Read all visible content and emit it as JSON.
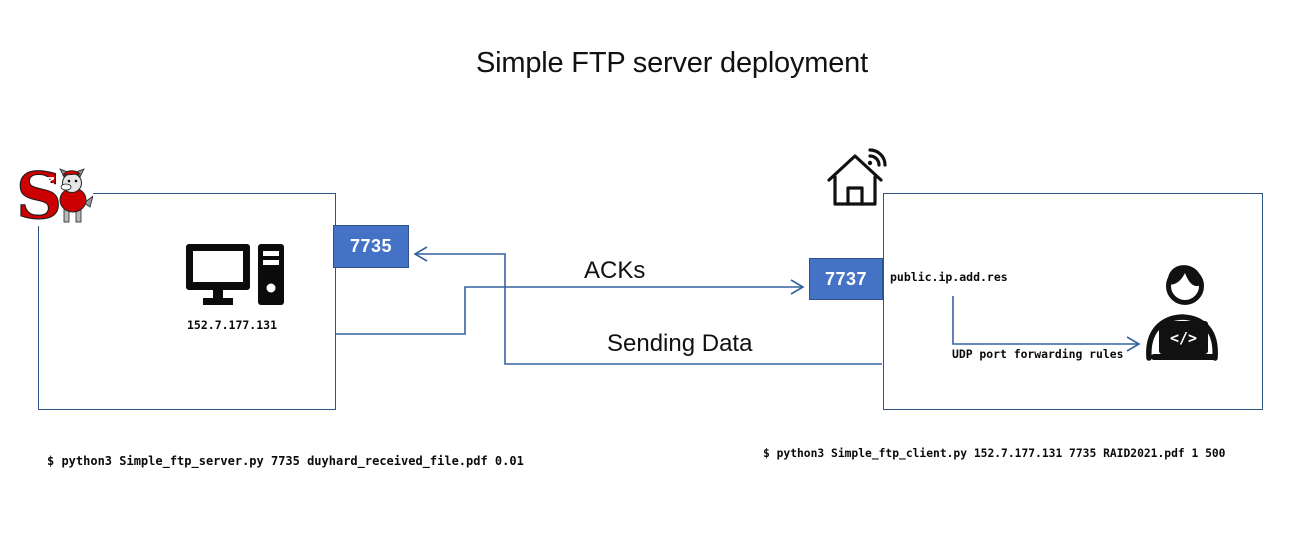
{
  "title": "Simple FTP server deployment",
  "server": {
    "ip_label": "152.7.177.131",
    "port": "7735",
    "command": "$ python3 Simple_ftp_server.py 7735 duyhard_received_file.pdf 0.01"
  },
  "client": {
    "port": "7737",
    "public_ip_label": "public.ip.add.res",
    "forwarding_note": "UDP port forwarding rules",
    "laptop_glyph": "</>",
    "command": "$ python3 Simple_ftp_client.py 152.7.177.131 7735 RAID2021.pdf 1 500"
  },
  "flows": {
    "ack_label": "ACKs",
    "data_label": "Sending Data"
  },
  "icons": {
    "server_host": "desktop-computer-icon",
    "client_site": "smart-home-wifi-icon",
    "client_user": "developer-laptop-icon",
    "logo": "nc-state-wolfpack-logo"
  },
  "colors": {
    "badge_fill": "#4472c4",
    "badge_border": "#2f528f",
    "box_border": "#2e5481",
    "connector": "#35629f",
    "logo_red": "#cc0001"
  }
}
